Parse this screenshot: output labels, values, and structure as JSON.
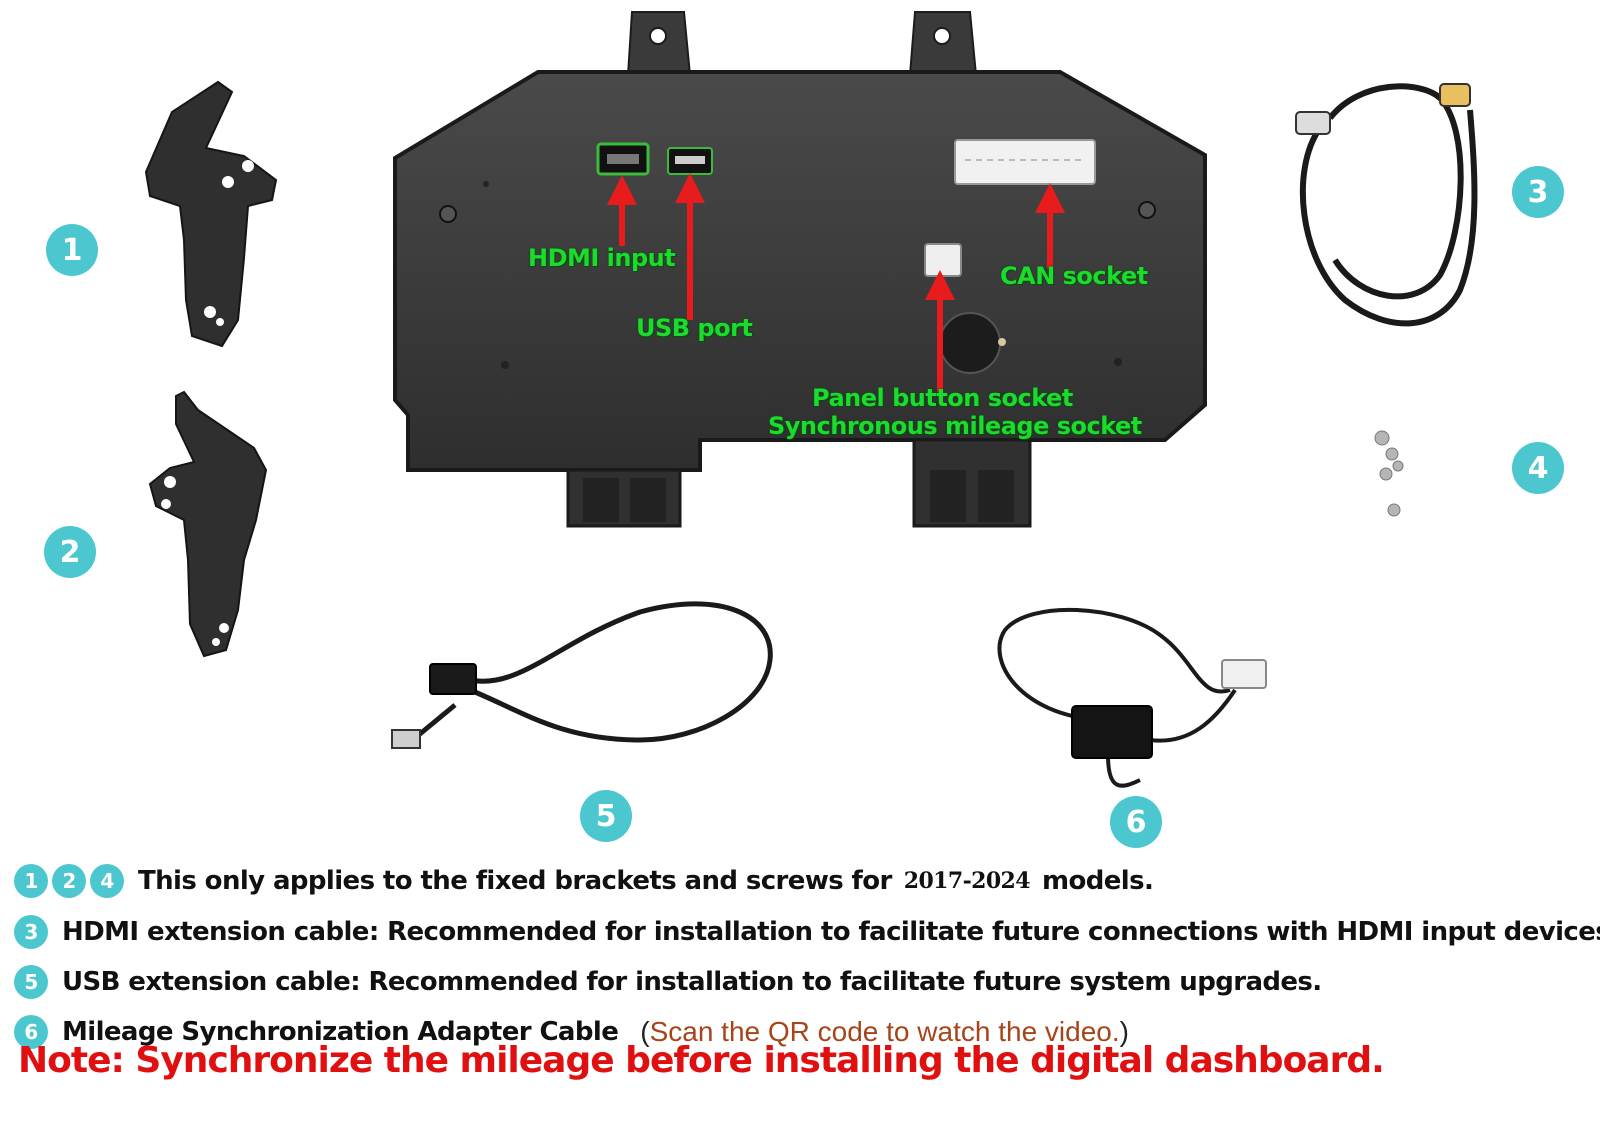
{
  "badges": [
    "1",
    "2",
    "3",
    "4",
    "5",
    "6"
  ],
  "callouts": {
    "hdmi_input": "HDMI input",
    "usb_port": "USB port",
    "can_socket": "CAN socket",
    "panel_button": "Panel button socket",
    "sync_mileage": "Synchronous mileage socket"
  },
  "legend": {
    "line1": {
      "badges": [
        "1",
        "2",
        "4"
      ],
      "text_a": "This only applies to the fixed brackets and screws for",
      "years": "2017-2024",
      "text_b": "models."
    },
    "line2": {
      "badge": "3",
      "text": "HDMI extension cable: Recommended for installation to facilitate future connections with HDMI input devices."
    },
    "line3": {
      "badge": "5",
      "text": "USB extension cable: Recommended for installation to facilitate future system upgrades."
    },
    "line4": {
      "badge": "6",
      "text": "Mileage Synchronization Adapter Cable",
      "hint_open": "(",
      "hint": "Scan the QR code to watch the video.",
      "hint_close": ")"
    }
  },
  "note": "Note: Synchronize the mileage before installing the digital dashboard.",
  "colors": {
    "badge": "#4cc7cf",
    "callout": "#1bdb2c",
    "arrow": "#e81c1c",
    "note": "#e01010",
    "hint": "#a6451a",
    "housing": "#3d3d3d"
  }
}
